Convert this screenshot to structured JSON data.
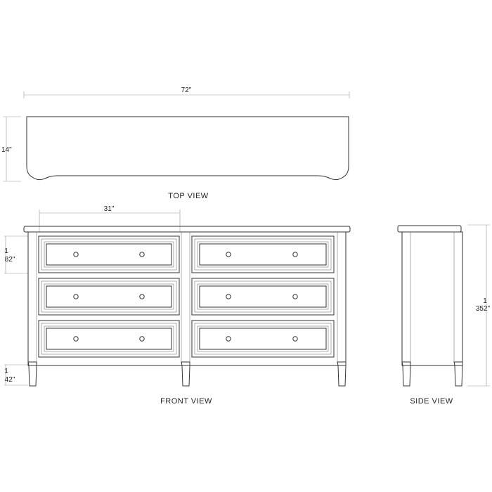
{
  "dimensions": {
    "overall_width": "72\"",
    "top_depth": "14\"",
    "drawer_width": "31\"",
    "drawer_height_top": "1",
    "drawer_height_bottom": "82\"",
    "leg_height_top": "1",
    "leg_height_bottom": "42\"",
    "overall_height_top": "1",
    "overall_height_bottom": "352\""
  },
  "views": {
    "top": "TOP VIEW",
    "front": "FRONT VIEW",
    "side": "SIDE VIEW"
  }
}
